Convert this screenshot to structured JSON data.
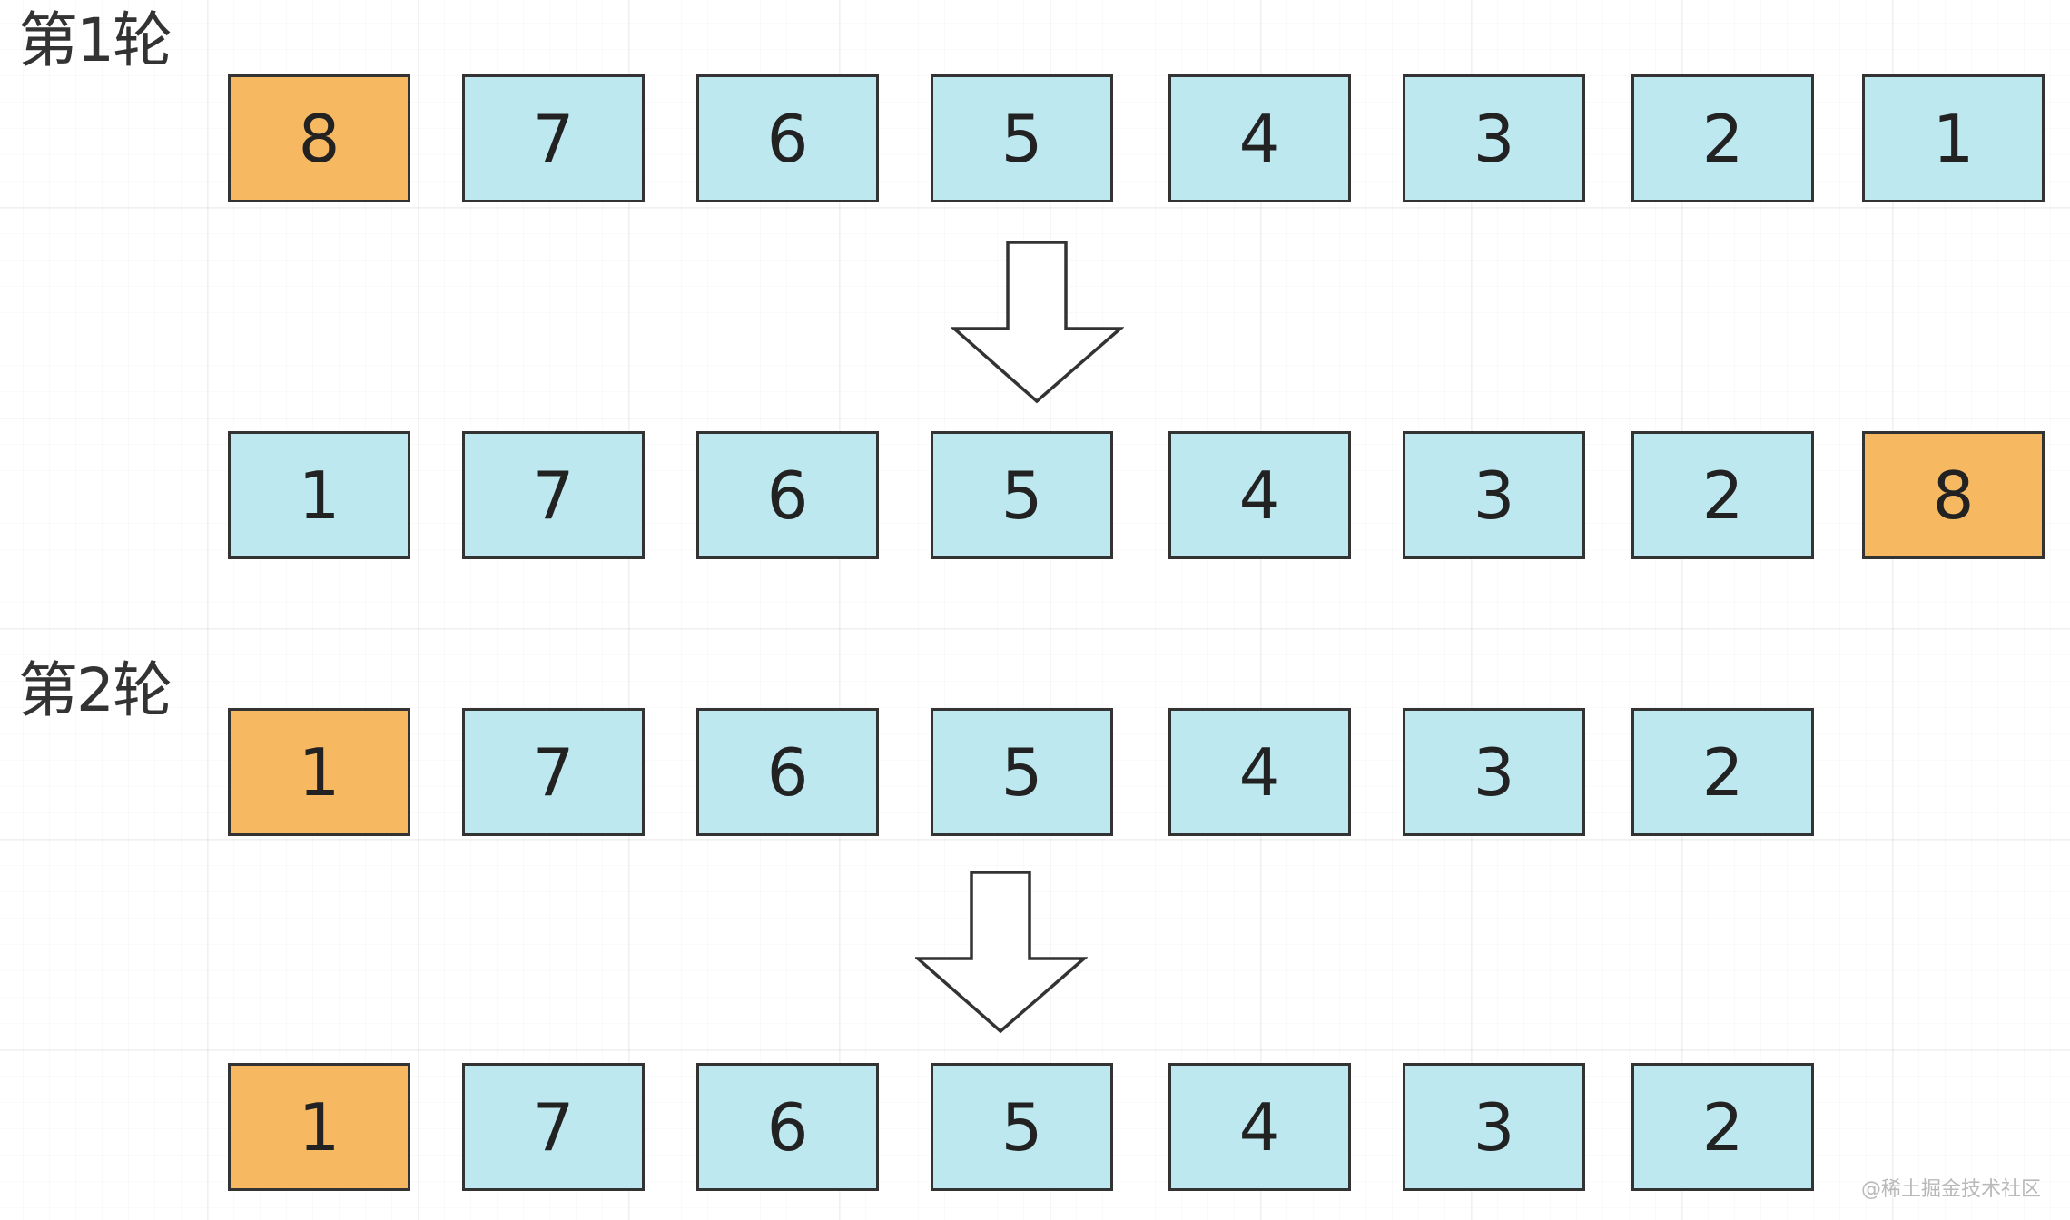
{
  "rounds": [
    {
      "label": "第1轮"
    },
    {
      "label": "第2轮"
    }
  ],
  "rows": [
    {
      "values": [
        "8",
        "7",
        "6",
        "5",
        "4",
        "3",
        "2",
        "1"
      ],
      "highlight": [
        0
      ]
    },
    {
      "values": [
        "1",
        "7",
        "6",
        "5",
        "4",
        "3",
        "2",
        "8"
      ],
      "highlight": [
        7
      ]
    },
    {
      "values": [
        "1",
        "7",
        "6",
        "5",
        "4",
        "3",
        "2"
      ],
      "highlight": [
        0
      ]
    },
    {
      "values": [
        "1",
        "7",
        "6",
        "5",
        "4",
        "3",
        "2"
      ],
      "highlight": [
        0
      ]
    }
  ],
  "colors": {
    "highlight": "#f6b962",
    "normal": "#bde8ef",
    "border": "#333333"
  },
  "watermark": "@稀土掘金技术社区"
}
